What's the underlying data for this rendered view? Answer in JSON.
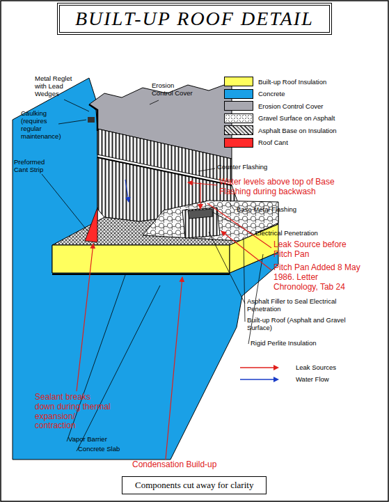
{
  "diagram": {
    "title": "BUILT-UP ROOF DETAIL",
    "caption": "Components cut away for clarity",
    "labels": [
      "Metal Reglet with Lead Wedges",
      "Erosion Control Cover",
      "Caulking (requires regular maintenance)",
      "Preformed Cant Strip",
      "Counter Flashing",
      "Water levels above top of Base Flashing during backwash",
      "Base Metal Flashing",
      "Electrical Penetration",
      "Leak Source before Pitch Pan",
      "Pitch Pan Added 8 May 1986. Letter Chronology, Tab 24",
      "Asphalt Filler to Seal Electrical Penetration",
      "Built-up Roof (Asphalt and Gravel Surface)",
      "Rigid Perlite Insulation",
      "Sealant breaks down during thermal expansion/ contraction",
      "Vapor Barrier",
      "Concrete Slab",
      "Condensation Build-up"
    ],
    "legend": [
      {
        "text": "Built-up Roof Insulation",
        "color": "#ffff5e"
      },
      {
        "text": "Concrete",
        "color": "#1aa0e6"
      },
      {
        "text": "Erosion Control Cover",
        "color": "#a8a8b0"
      },
      {
        "text": "Gravel Surface on Asphalt"
      },
      {
        "text": "Asphalt Base on Insulation"
      },
      {
        "text": "Roof Cant",
        "color": "#ff2a2a"
      },
      {
        "text": "Leak Sources"
      },
      {
        "text": "Water Flow"
      }
    ]
  }
}
